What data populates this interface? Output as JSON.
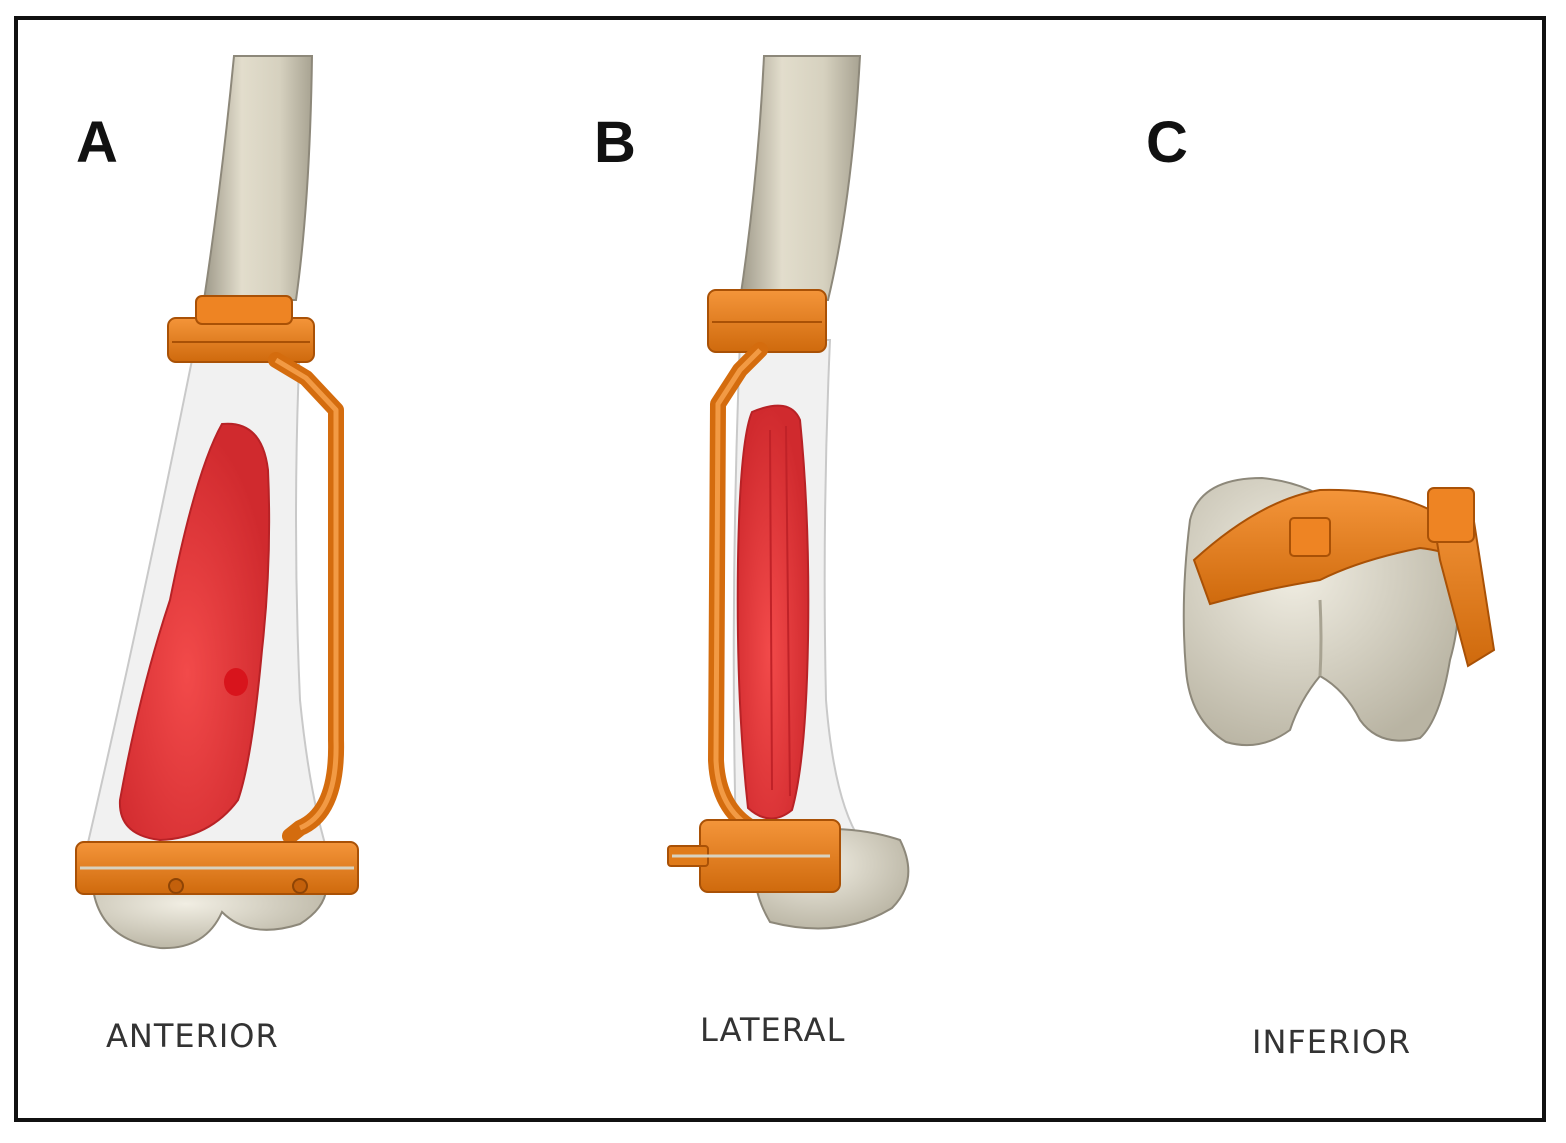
{
  "panels": [
    {
      "letter": "A",
      "view": "ANTERIOR"
    },
    {
      "letter": "B",
      "view": "LATERAL"
    },
    {
      "letter": "C",
      "view": "INFERIOR"
    }
  ],
  "colors": {
    "bone": "#d9d4c3",
    "bone_shadow": "#b7b2a2",
    "tumor": "#e83a3a",
    "guide": "#e97a14",
    "guide_dark": "#b95a08",
    "transparent_bone": "#e8e8e8"
  }
}
